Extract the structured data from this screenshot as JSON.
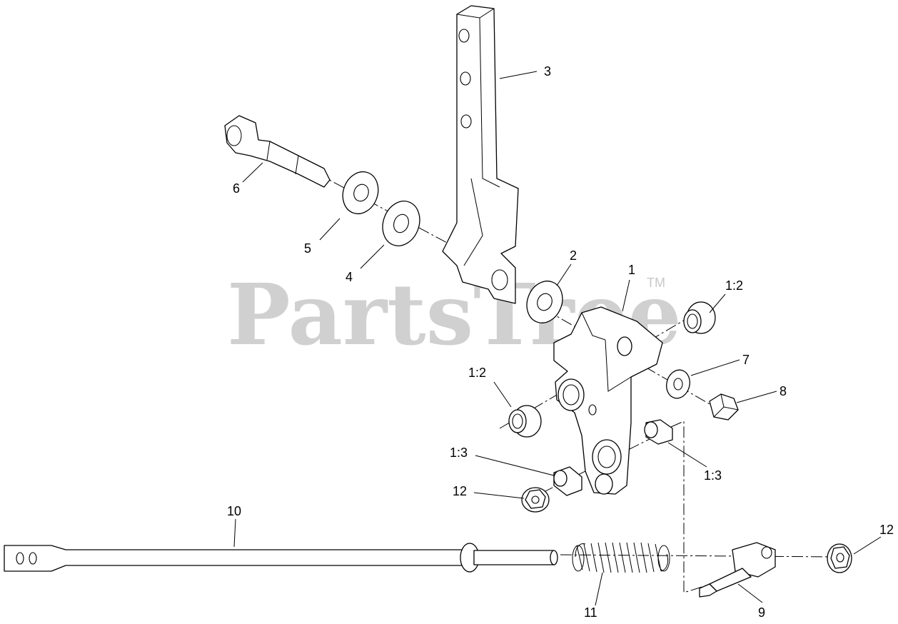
{
  "watermark": {
    "text": "PartsTree",
    "trademark": "TM"
  },
  "callouts": {
    "c1": "1",
    "c1_2a": "1:2",
    "c1_2b": "1:2",
    "c1_3a": "1:3",
    "c1_3b": "1:3",
    "c2": "2",
    "c3": "3",
    "c4": "4",
    "c5": "5",
    "c6": "6",
    "c7": "7",
    "c8": "8",
    "c9": "9",
    "c10": "10",
    "c11": "11",
    "c12a": "12",
    "c12b": "12"
  }
}
